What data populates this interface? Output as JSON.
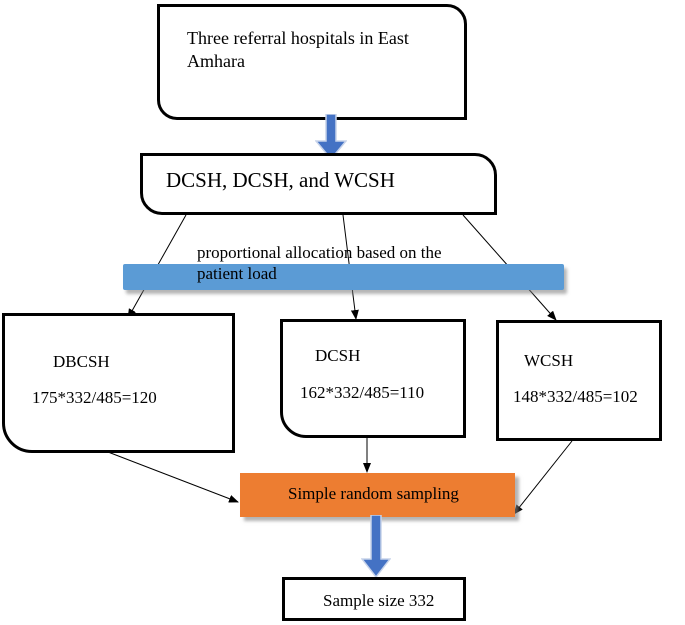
{
  "diagram": {
    "top_box": {
      "text": "Three referral hospitals in East Amhara"
    },
    "hospitals_box": {
      "text": "DCSH, DCSH, and WCSH"
    },
    "allocation_band": {
      "text": "proportional allocation based on the patient load",
      "color": "#5b9bd5"
    },
    "hospital_nodes": [
      {
        "name": "DBCSH",
        "formula": "175*332/485=120"
      },
      {
        "name": "DCSH",
        "formula": "162*332/485=110"
      },
      {
        "name": "WCSH",
        "formula": "148*332/485=102"
      }
    ],
    "sampling_band": {
      "text": "Simple random sampling",
      "color": "#ed7d31"
    },
    "sample_box": {
      "text": "Sample size 332"
    },
    "block_arrow_color": "#4472c4"
  }
}
